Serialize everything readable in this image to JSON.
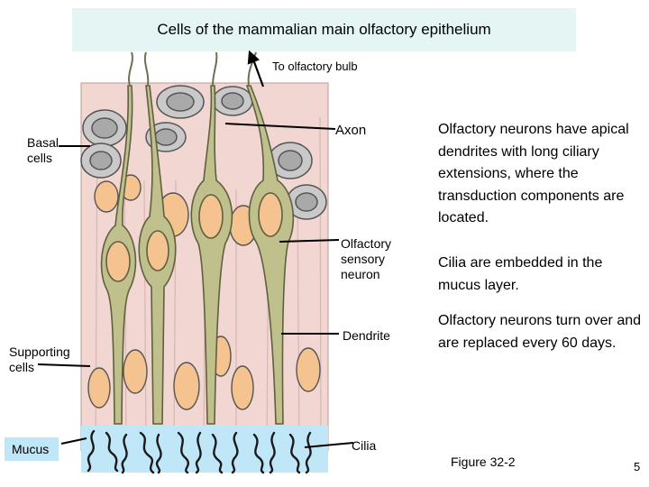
{
  "title": "Cells of the mammalian main olfactory epithelium",
  "labels": {
    "to_bulb": "To olfactory bulb",
    "axon": "Axon",
    "basal": "Basal\ncells",
    "osn": "Olfactory\nsensory\nneuron",
    "dendrite": "Dendrite",
    "supporting": "Supporting\ncells",
    "mucus": "Mucus",
    "cilia": "Cilia"
  },
  "paragraphs": [
    "Olfactory neurons have apical dendrites with long ciliary extensions, where the transduction components are located.",
    "Cilia are embedded in the mucus layer.",
    "Olfactory neurons turn over and are replaced every 60 days."
  ],
  "figure_caption": "Figure 32-2",
  "page_number": "5",
  "colors": {
    "title_bg": "#e4f5f3",
    "tissue_bg": "#f1d6d2",
    "neuron_fill": "#bfc08c",
    "nucleus_fill": "#f4c38f",
    "basal_fill": "#c9c9c9",
    "mucus_fill": "#bfe7f7"
  }
}
